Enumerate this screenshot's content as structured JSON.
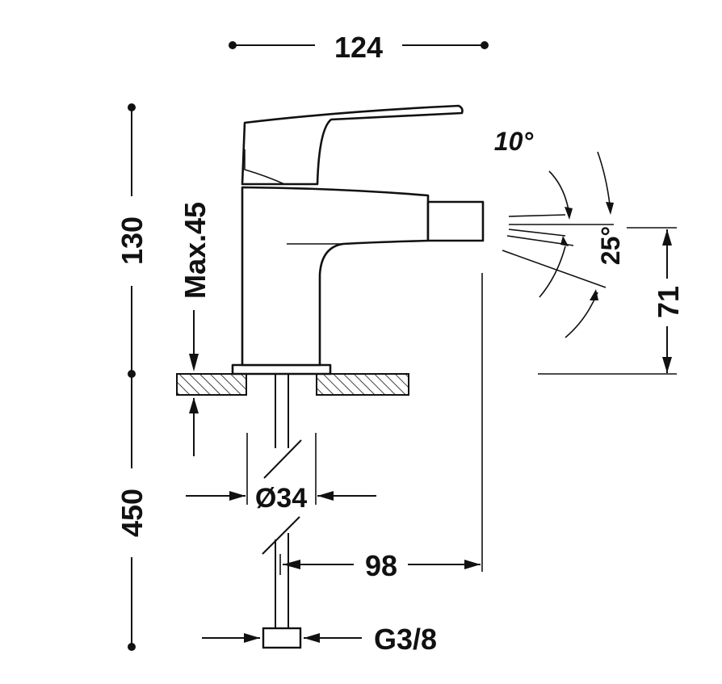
{
  "dimensions": {
    "top_width": "124",
    "upper_height": "130",
    "lower_height": "450",
    "max_thickness": "Max.45",
    "diameter": "Ø34",
    "reach": "98",
    "spout_height": "71",
    "connection": "G3/8"
  },
  "angles": {
    "upper": "10°",
    "lower": "25°"
  },
  "colors": {
    "line": "#111111",
    "background": "#ffffff"
  }
}
